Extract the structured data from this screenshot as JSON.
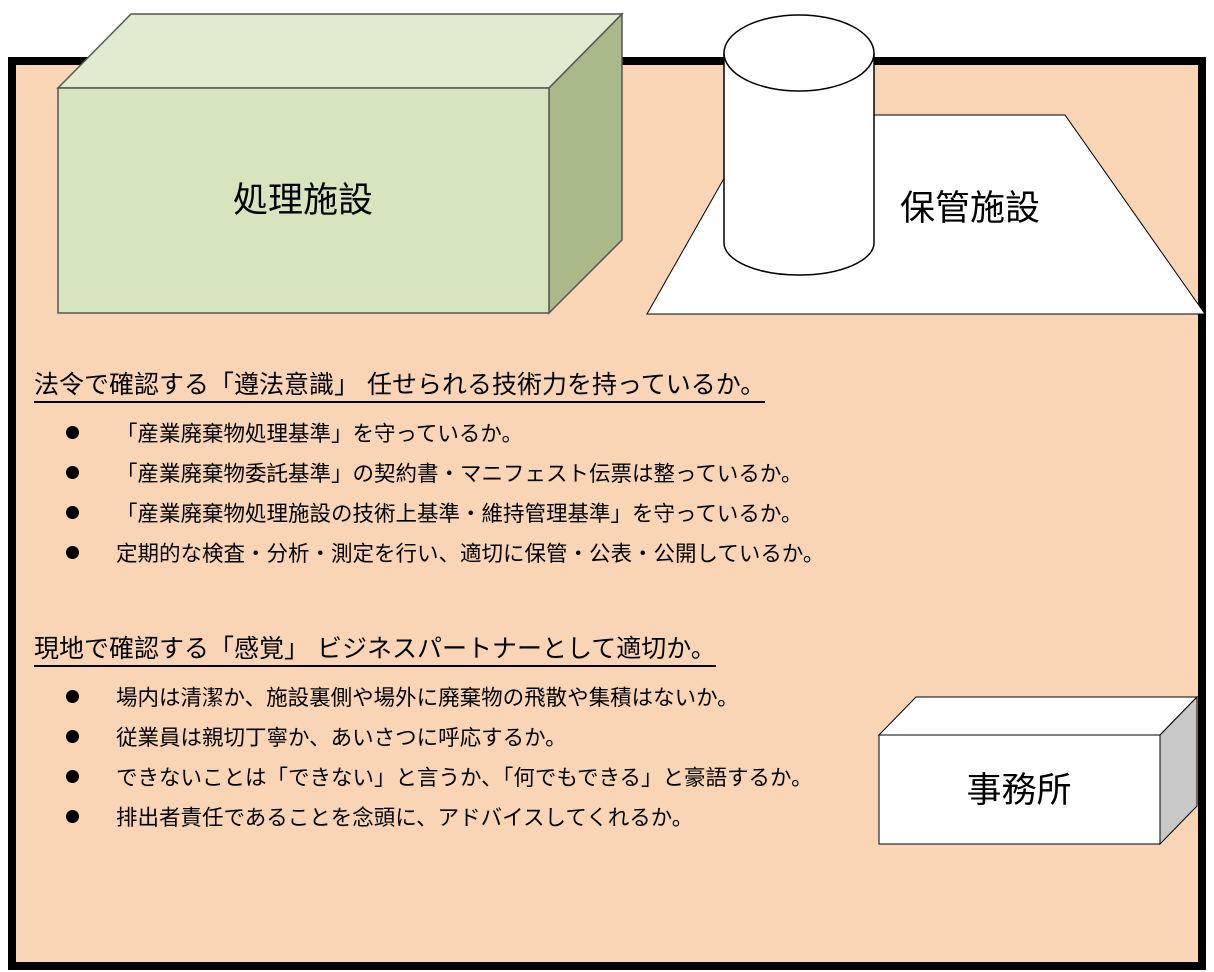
{
  "facilities": {
    "processing": "処理施設",
    "storage": "保管施設",
    "office": "事務所"
  },
  "sections": [
    {
      "heading": "法令で確認する「遵法意識」 任せられる技術力を持っているか。",
      "items": [
        "「産業廃棄物処理基準」を守っているか。",
        "「産業廃棄物委託基準」の契約書・マニフェスト伝票は整っているか。",
        "「産業廃棄物処理施設の技術上基準・維持管理基準」を守っているか。",
        "定期的な検査・分析・測定を行い、適切に保管・公表・公開しているか。"
      ]
    },
    {
      "heading": "現地で確認する「感覚」 ビジネスパートナーとして適切か。",
      "items": [
        "場内は清潔か、施設裏側や場外に廃棄物の飛散や集積はないか。",
        "従業員は親切丁寧か、あいさつに呼応するか。",
        "できないことは「できない」と言うか、「何でもできる」と豪語するか。",
        "排出者責任であることを念頭に、アドバイスしてくれるか。"
      ]
    }
  ],
  "colors": {
    "site_background": "#f9d5b5",
    "processing_front": "#d6e5bd",
    "processing_top": "#e1ebcf",
    "processing_side": "#a9b98a",
    "office_side": "#c8c8c8"
  }
}
